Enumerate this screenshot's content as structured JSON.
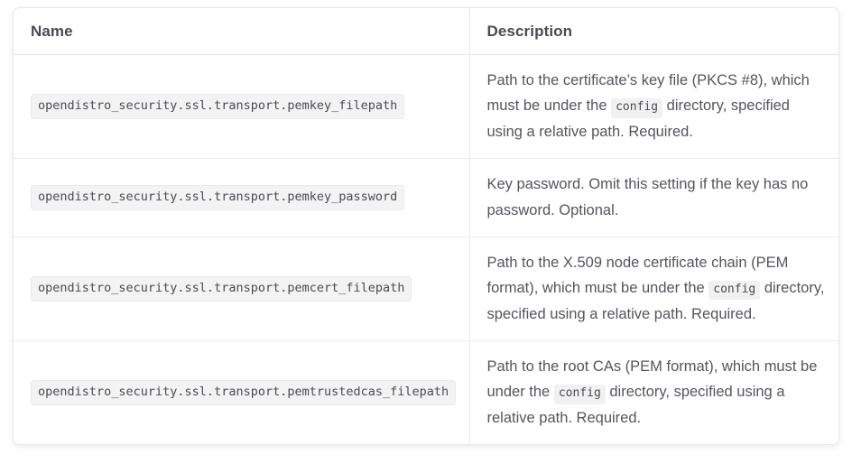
{
  "table": {
    "columns": [
      {
        "key": "name",
        "label": "Name"
      },
      {
        "key": "description",
        "label": "Description"
      }
    ],
    "rows": [
      {
        "name": "opendistro_security.ssl.transport.pemkey_filepath",
        "description_parts": [
          {
            "type": "text",
            "value": "Path to the certificate’s key file (PKCS #8), which must be under the "
          },
          {
            "type": "code",
            "value": "config"
          },
          {
            "type": "text",
            "value": " directory, specified using a relative path. Required."
          }
        ],
        "description_plain": "Path to the certificate’s key file (PKCS #8), which must be under the config directory, specified using a relative path. Required."
      },
      {
        "name": "opendistro_security.ssl.transport.pemkey_password",
        "description_parts": [
          {
            "type": "text",
            "value": "Key password. Omit this setting if the key has no password. Optional."
          }
        ],
        "description_plain": "Key password. Omit this setting if the key has no password. Optional."
      },
      {
        "name": "opendistro_security.ssl.transport.pemcert_filepath",
        "description_parts": [
          {
            "type": "text",
            "value": "Path to the X.509 node certificate chain (PEM format), which must be under the "
          },
          {
            "type": "code",
            "value": "config"
          },
          {
            "type": "text",
            "value": " directory, specified using a relative path. Required."
          }
        ],
        "description_plain": "Path to the X.509 node certificate chain (PEM format), which must be under the config directory, specified using a relative path. Required."
      },
      {
        "name": "opendistro_security.ssl.transport.pemtrustedcas_filepath",
        "description_parts": [
          {
            "type": "text",
            "value": "Path to the root CAs (PEM format), which must be under the "
          },
          {
            "type": "code",
            "value": "config"
          },
          {
            "type": "text",
            "value": " directory, specified using a relative path. Required."
          }
        ],
        "description_plain": "Path to the root CAs (PEM format), which must be under the config directory, specified using a relative path. Required."
      }
    ]
  },
  "colors": {
    "page_background": "#ffffff",
    "card_background": "#ffffff",
    "card_border": "#e8e8e8",
    "row_divider": "#ececec",
    "header_text": "#4a4a52",
    "body_text": "#55555d",
    "code_background": "#f3f3f3",
    "inline_code_background": "#f1f1f1",
    "code_text": "#4b4b55"
  }
}
